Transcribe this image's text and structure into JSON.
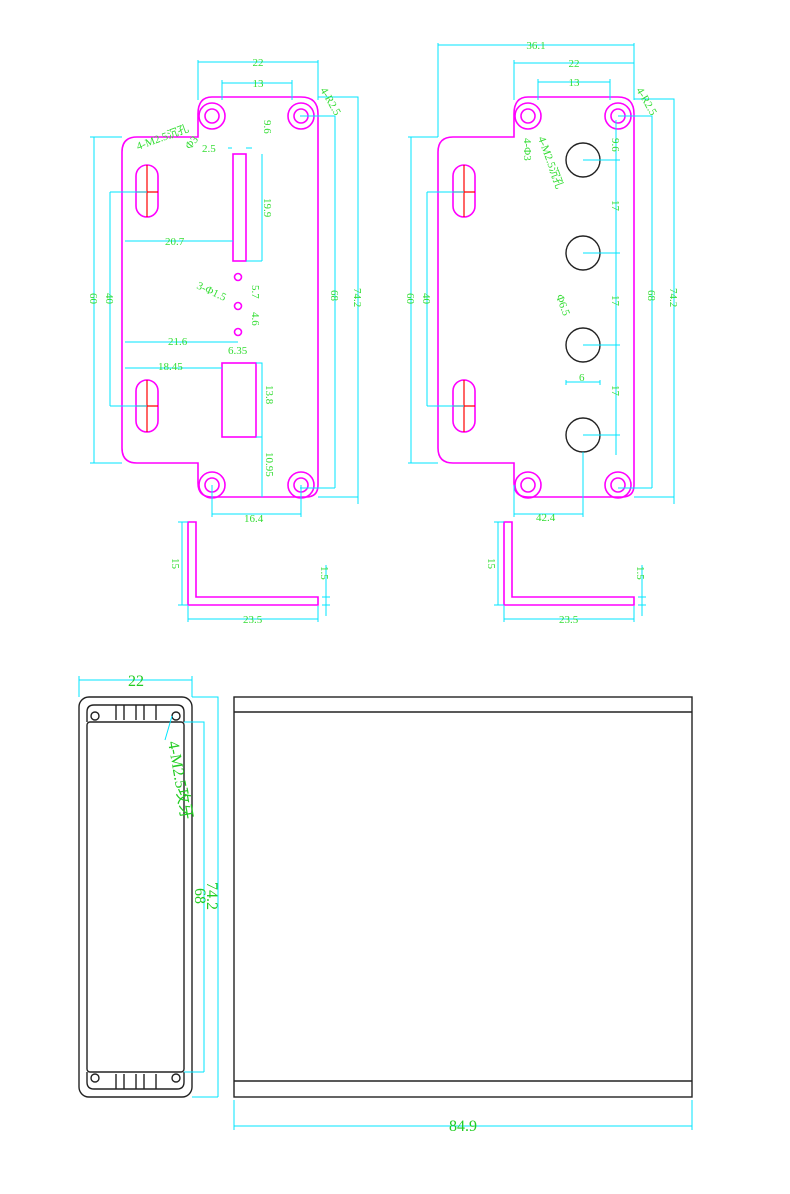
{
  "left_plate": {
    "w22": "22",
    "w13": "13",
    "r": "4-R2.5",
    "m25": "4-M2.5沉孔",
    "phi3": "Φ3",
    "d2_5": "2.5",
    "d9_6": "9.6",
    "d19_9": "19.9",
    "d20_7": "20.7",
    "holes": "3-Φ1.5",
    "d5_7": "5.7",
    "d4_6": "4.6",
    "d21_6": "21.6",
    "d6_35": "6.35",
    "d18_45": "18.45",
    "d13_8": "13.8",
    "d10_95": "10.95",
    "d16_4": "16.4",
    "h60": "60",
    "h40": "40",
    "h68": "68",
    "h74_2": "74.2",
    "b15": "15",
    "b1_5": "1.5",
    "b23_5": "23.5"
  },
  "right_plate": {
    "w36_1": "36.1",
    "w22": "22",
    "w13": "13",
    "r": "4-R2.5",
    "phi3": "4-Φ3",
    "m25": "4-M2.5沉孔",
    "d9_6": "9.6",
    "d17a": "17",
    "d17b": "17",
    "d17c": "17",
    "phi6_5": "Φ6.5",
    "d6": "6",
    "h60": "60",
    "h40": "40",
    "h68": "68",
    "h74_2": "74.2",
    "d42_4": "42.4",
    "b15": "15",
    "b1_5": "1.5",
    "b23_5": "23.5"
  },
  "profile": {
    "w22": "22",
    "tap": "4-M2.5攻牙",
    "h74_2": "74.2",
    "h68": "68"
  },
  "side": {
    "len": "84.9"
  }
}
